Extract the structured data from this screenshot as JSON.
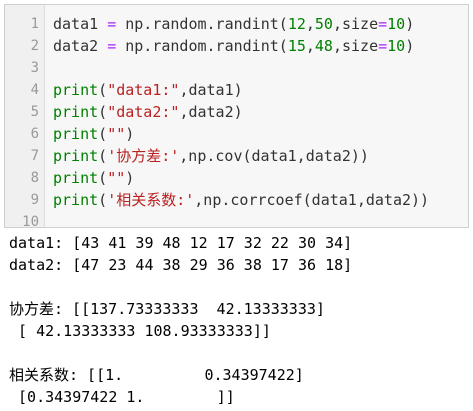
{
  "cell": {
    "lines": [
      {
        "n": "1",
        "parts": [
          {
            "t": "data1 ",
            "c": "plain"
          },
          {
            "t": "=",
            "c": "op"
          },
          {
            "t": " np.random.randint(",
            "c": "plain"
          },
          {
            "t": "12",
            "c": "num"
          },
          {
            "t": ",",
            "c": "plain"
          },
          {
            "t": "50",
            "c": "num"
          },
          {
            "t": ",size",
            "c": "plain"
          },
          {
            "t": "=",
            "c": "op"
          },
          {
            "t": "10",
            "c": "num"
          },
          {
            "t": ")",
            "c": "plain"
          }
        ]
      },
      {
        "n": "2",
        "parts": [
          {
            "t": "data2 ",
            "c": "plain"
          },
          {
            "t": "=",
            "c": "op"
          },
          {
            "t": " np.random.randint(",
            "c": "plain"
          },
          {
            "t": "15",
            "c": "num"
          },
          {
            "t": ",",
            "c": "plain"
          },
          {
            "t": "48",
            "c": "num"
          },
          {
            "t": ",size",
            "c": "plain"
          },
          {
            "t": "=",
            "c": "op"
          },
          {
            "t": "10",
            "c": "num"
          },
          {
            "t": ")",
            "c": "plain"
          }
        ]
      },
      {
        "n": "3",
        "parts": []
      },
      {
        "n": "4",
        "parts": [
          {
            "t": "print",
            "c": "kw"
          },
          {
            "t": "(",
            "c": "plain"
          },
          {
            "t": "\"data1:\"",
            "c": "str"
          },
          {
            "t": ",data1)",
            "c": "plain"
          }
        ]
      },
      {
        "n": "5",
        "parts": [
          {
            "t": "print",
            "c": "kw"
          },
          {
            "t": "(",
            "c": "plain"
          },
          {
            "t": "\"data2:\"",
            "c": "str"
          },
          {
            "t": ",data2)",
            "c": "plain"
          }
        ]
      },
      {
        "n": "6",
        "parts": [
          {
            "t": "print",
            "c": "kw"
          },
          {
            "t": "(",
            "c": "plain"
          },
          {
            "t": "\"\"",
            "c": "str"
          },
          {
            "t": ")",
            "c": "plain"
          }
        ]
      },
      {
        "n": "7",
        "parts": [
          {
            "t": "print",
            "c": "kw"
          },
          {
            "t": "(",
            "c": "plain"
          },
          {
            "t": "'协方差:'",
            "c": "str"
          },
          {
            "t": ",np.cov(data1,data2))",
            "c": "plain"
          }
        ]
      },
      {
        "n": "8",
        "parts": [
          {
            "t": "print",
            "c": "kw"
          },
          {
            "t": "(",
            "c": "plain"
          },
          {
            "t": "\"\"",
            "c": "str"
          },
          {
            "t": ")",
            "c": "plain"
          }
        ]
      },
      {
        "n": "9",
        "parts": [
          {
            "t": "print",
            "c": "kw"
          },
          {
            "t": "(",
            "c": "plain"
          },
          {
            "t": "'相关系数:'",
            "c": "str"
          },
          {
            "t": ",np.corrcoef(data1,data2))",
            "c": "plain"
          }
        ]
      },
      {
        "n": "10",
        "parts": []
      }
    ]
  },
  "output": {
    "lines": [
      "data1: [43 41 39 48 12 17 32 22 30 34]",
      "data2: [47 23 44 38 29 36 38 17 36 18]",
      "",
      "协方差: [[137.73333333  42.13333333]",
      " [ 42.13333333 108.93333333]]",
      "",
      "相关系数: [[1.         0.34397422]",
      " [0.34397422 1.        ]]"
    ]
  }
}
